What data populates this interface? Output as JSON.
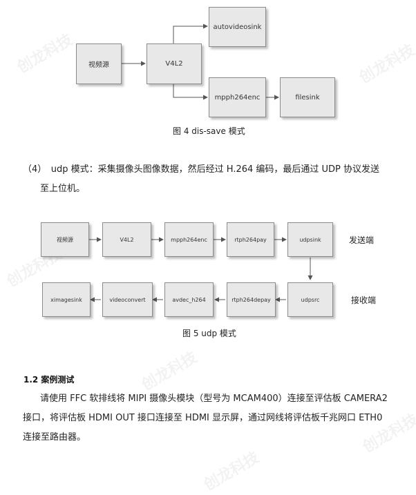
{
  "figure4": {
    "boxes": {
      "source": "视频源",
      "v4l2": "V4L2",
      "autovideosink": "autovideosink",
      "mpph264enc": "mpph264enc",
      "filesink": "filesink"
    },
    "caption": "图 4 dis-save 模式"
  },
  "paragraph4": {
    "line1": "（4）　udp 模式：采集摄像头图像数据，然后经过 H.264 编码，最后通过 UDP 协议发送",
    "line2": "至上位机。"
  },
  "figure5": {
    "send_row": [
      "视频源",
      "V4L2",
      "mpph264enc",
      "rtph264pay",
      "udpsink"
    ],
    "recv_row": [
      "ximagesink",
      "videoconvert",
      "avdec_h264",
      "rtph264depay",
      "udpsrc"
    ],
    "send_label": "发送端",
    "recv_label": "接收端",
    "caption": "图 5 udp 模式"
  },
  "section": {
    "heading": "1.2  案例测试",
    "line1": "请使用 FFC 软排线将 MIPI 摄像头模块（型号为 MCAM400）连接至评估板 CAMERA2",
    "line2": "接口，将评估板 HDMI OUT 接口连接至 HDMI 显示屏，通过网线将评估板千兆网口 ETH0",
    "line3": "连接至路由器。"
  },
  "watermark": "创龙科技"
}
